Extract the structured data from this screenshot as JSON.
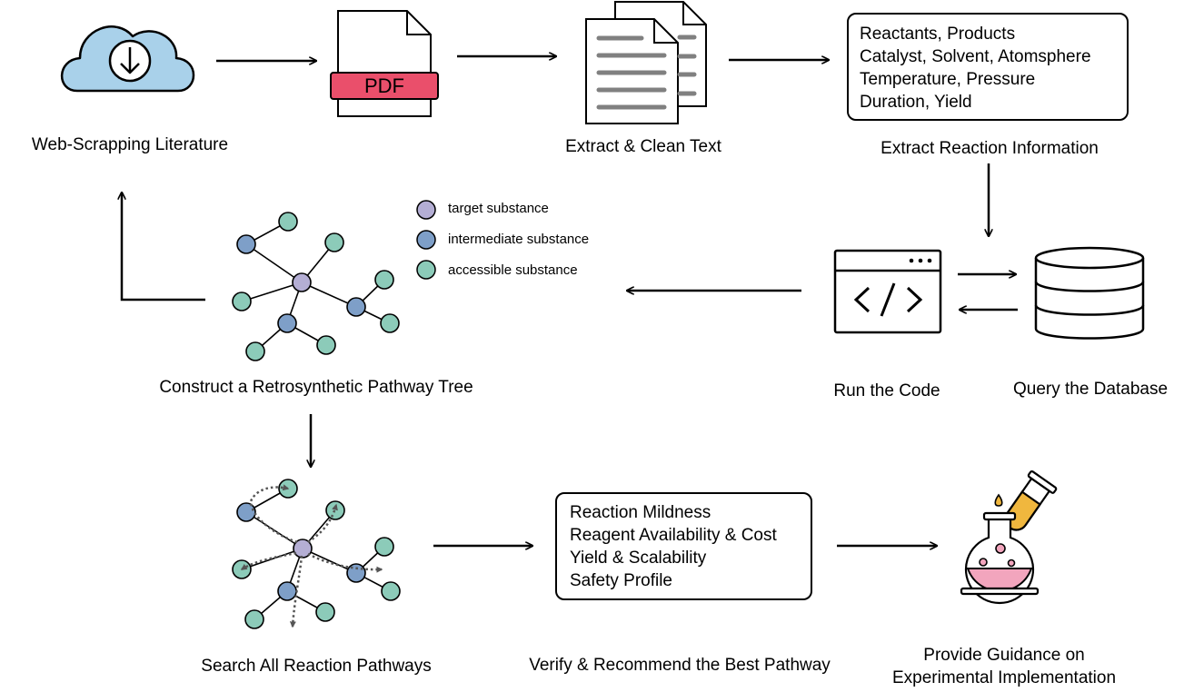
{
  "steps": {
    "web": "Web-Scrapping Literature",
    "pdf_badge": "PDF",
    "extract_text": "Extract & Clean Text",
    "extract_info": "Extract Reaction Information",
    "run_code": "Run the Code",
    "query_db": "Query the Database",
    "construct": "Construct a Retrosynthetic Pathway Tree",
    "search": "Search All Reaction Pathways",
    "verify": "Verify & Recommend the Best Pathway",
    "guidance": [
      "Provide Guidance on",
      "Experimental Implementation"
    ]
  },
  "reaction_info": [
    "Reactants, Products",
    "Catalyst, Solvent, Atomsphere",
    "Temperature, Pressure",
    "Duration, Yield"
  ],
  "criteria": [
    "Reaction Mildness",
    "Reagent Availability & Cost",
    "Yield & Scalability",
    "Safety Profile"
  ],
  "legend": [
    {
      "label": "target substance",
      "color": "#b4aed4"
    },
    {
      "label": "intermediate substance",
      "color": "#7e9fc8"
    },
    {
      "label": "accessible substance",
      "color": "#8ccbb9"
    }
  ],
  "icons": [
    "cloud-download-icon",
    "pdf-file-icon",
    "documents-icon",
    "code-window-icon",
    "database-icon",
    "flask-icon",
    "test-tube-icon"
  ],
  "colors": {
    "cloud": "#a9d1ea",
    "pdf": "#ea4f6b",
    "flask_liquid": "#f2a5bd",
    "tube_liquid": "#f0b73e",
    "target": "#b4aed4",
    "intermediate": "#7e9fc8",
    "accessible": "#8ccbb9"
  }
}
